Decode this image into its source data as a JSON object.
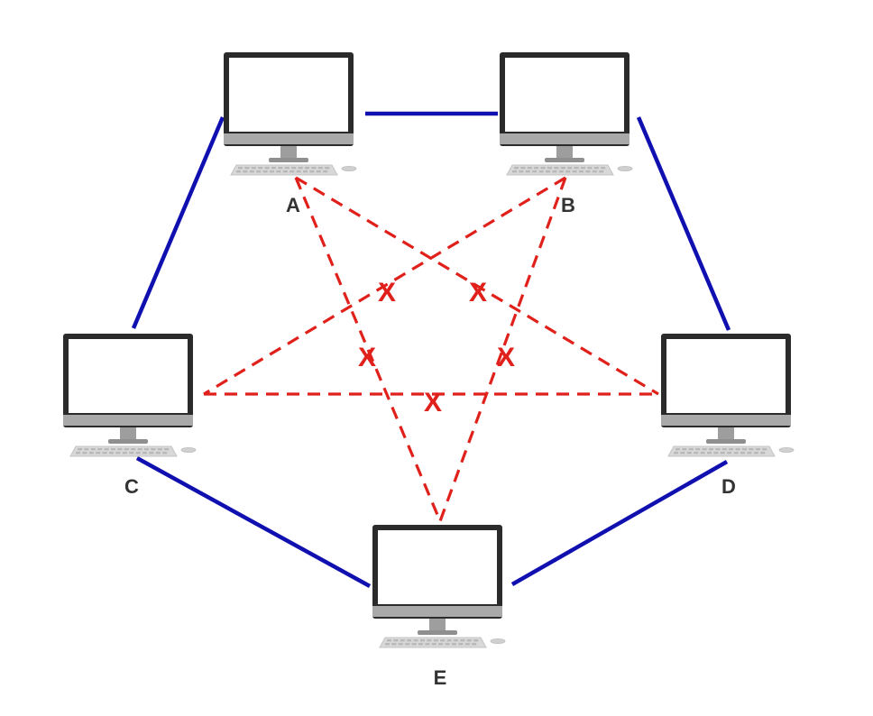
{
  "diagram": {
    "nodes": [
      {
        "id": "A",
        "label": "A"
      },
      {
        "id": "B",
        "label": "B"
      },
      {
        "id": "C",
        "label": "C"
      },
      {
        "id": "D",
        "label": "D"
      },
      {
        "id": "E",
        "label": "E"
      }
    ],
    "connected_links": [
      {
        "from": "A",
        "to": "B"
      },
      {
        "from": "B",
        "to": "D"
      },
      {
        "from": "D",
        "to": "E"
      },
      {
        "from": "E",
        "to": "C"
      },
      {
        "from": "C",
        "to": "A"
      }
    ],
    "blocked_links": [
      {
        "from": "A",
        "to": "D",
        "mark": "X"
      },
      {
        "from": "A",
        "to": "E",
        "mark": "X"
      },
      {
        "from": "B",
        "to": "C",
        "mark": "X"
      },
      {
        "from": "B",
        "to": "E",
        "mark": "X"
      },
      {
        "from": "C",
        "to": "D",
        "mark": "X"
      }
    ],
    "colors": {
      "connected_link": "#1010b0",
      "blocked_link": "#e0201b",
      "monitor_frame": "#2b2b2b",
      "monitor_screen": "#ffffff",
      "monitor_bezel": "#a9a9a9",
      "keyboard": "#d8d8d8",
      "label": "#333333"
    },
    "icon": "desktop-computer-icon"
  }
}
